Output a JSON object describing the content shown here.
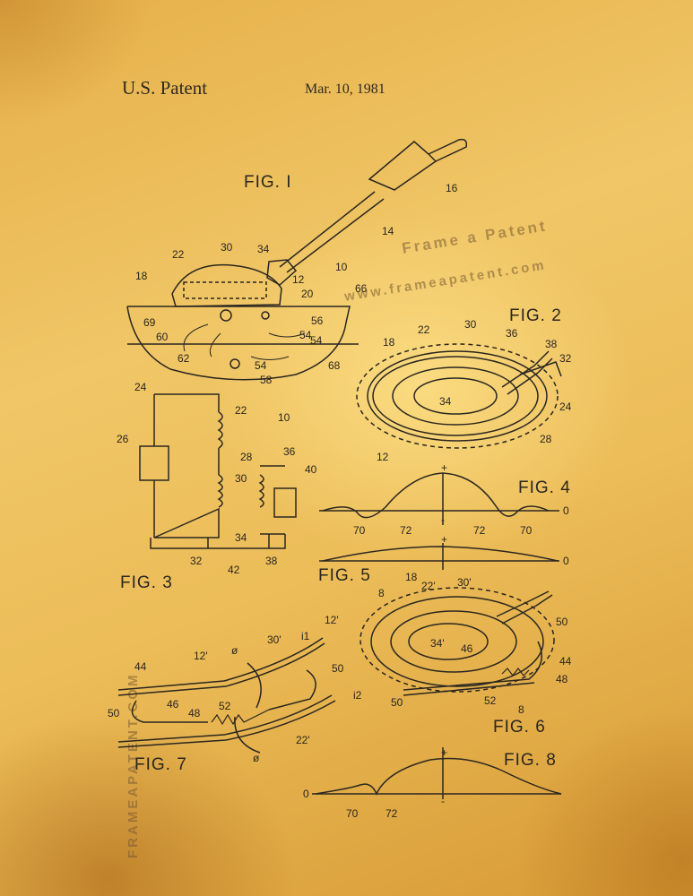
{
  "header": {
    "title": "U.S. Patent",
    "date": "Mar. 10, 1981"
  },
  "figures": {
    "fig1": "FIG. I",
    "fig2": "FIG. 2",
    "fig3": "FIG. 3",
    "fig4": "FIG. 4",
    "fig5": "FIG. 5",
    "fig6": "FIG. 6",
    "fig7": "FIG. 7",
    "fig8": "FIG. 8"
  },
  "watermark": {
    "line1": "Frame a Patent",
    "line2": "www.frameapatent.com",
    "vertical": "FRAMEAPATENT.COM"
  },
  "refs": {
    "fig1": [
      "16",
      "14",
      "10",
      "22",
      "30",
      "34",
      "12",
      "18",
      "20",
      "66",
      "69",
      "60",
      "56",
      "54",
      "54",
      "62",
      "54",
      "68",
      "58"
    ],
    "fig2": [
      "18",
      "22",
      "30",
      "36",
      "38",
      "32",
      "34",
      "24",
      "28",
      "12"
    ],
    "fig3": [
      "24",
      "22",
      "10",
      "26",
      "28",
      "36",
      "40",
      "30",
      "34",
      "32",
      "42",
      "38"
    ],
    "fig4": [
      "+",
      "-",
      "0",
      "70",
      "72",
      "72",
      "70"
    ],
    "fig5": [
      "+",
      "0"
    ],
    "fig6": [
      "18",
      "22'",
      "30'",
      "8",
      "12'",
      "34'",
      "46",
      "50",
      "44",
      "48",
      "50",
      "52",
      "8"
    ],
    "fig7": [
      "12'",
      "30'",
      "i1",
      "44",
      "50",
      "46",
      "ø",
      "52",
      "i2",
      "50",
      "48",
      "22'",
      "ø"
    ],
    "fig8": [
      "+",
      "0",
      "-",
      "70",
      "72"
    ]
  },
  "colors": {
    "paper": "#ecbd59",
    "ink": "#2a2620",
    "watermark": "#7a5a32"
  }
}
